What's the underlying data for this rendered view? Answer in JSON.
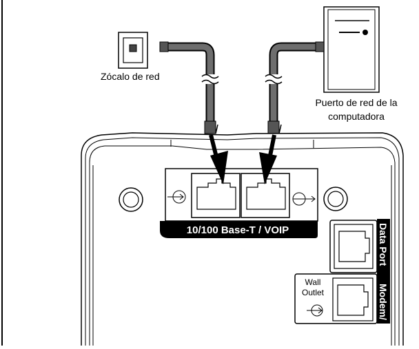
{
  "labels": {
    "wall_socket": "Zócalo de red",
    "computer_port_line1": "Puerto de red de la",
    "computer_port_line2": "computadora",
    "base_port_banner": "10/100 Base-T / VOIP",
    "data_port": "Data Port",
    "modem": "Modem/",
    "wall_outlet_line1": "Wall",
    "wall_outlet_line2": "Outlet"
  },
  "icons": {
    "wall_socket": "wall-network-socket-icon",
    "computer": "tower-computer-icon",
    "cable": "network-cable-icon",
    "jack": "rj45-jack-icon",
    "arrow": "circle-arrow-icon"
  },
  "colors": {
    "stroke": "#000000",
    "background": "#ffffff",
    "banner": "#000000",
    "banner_text": "#ffffff"
  }
}
